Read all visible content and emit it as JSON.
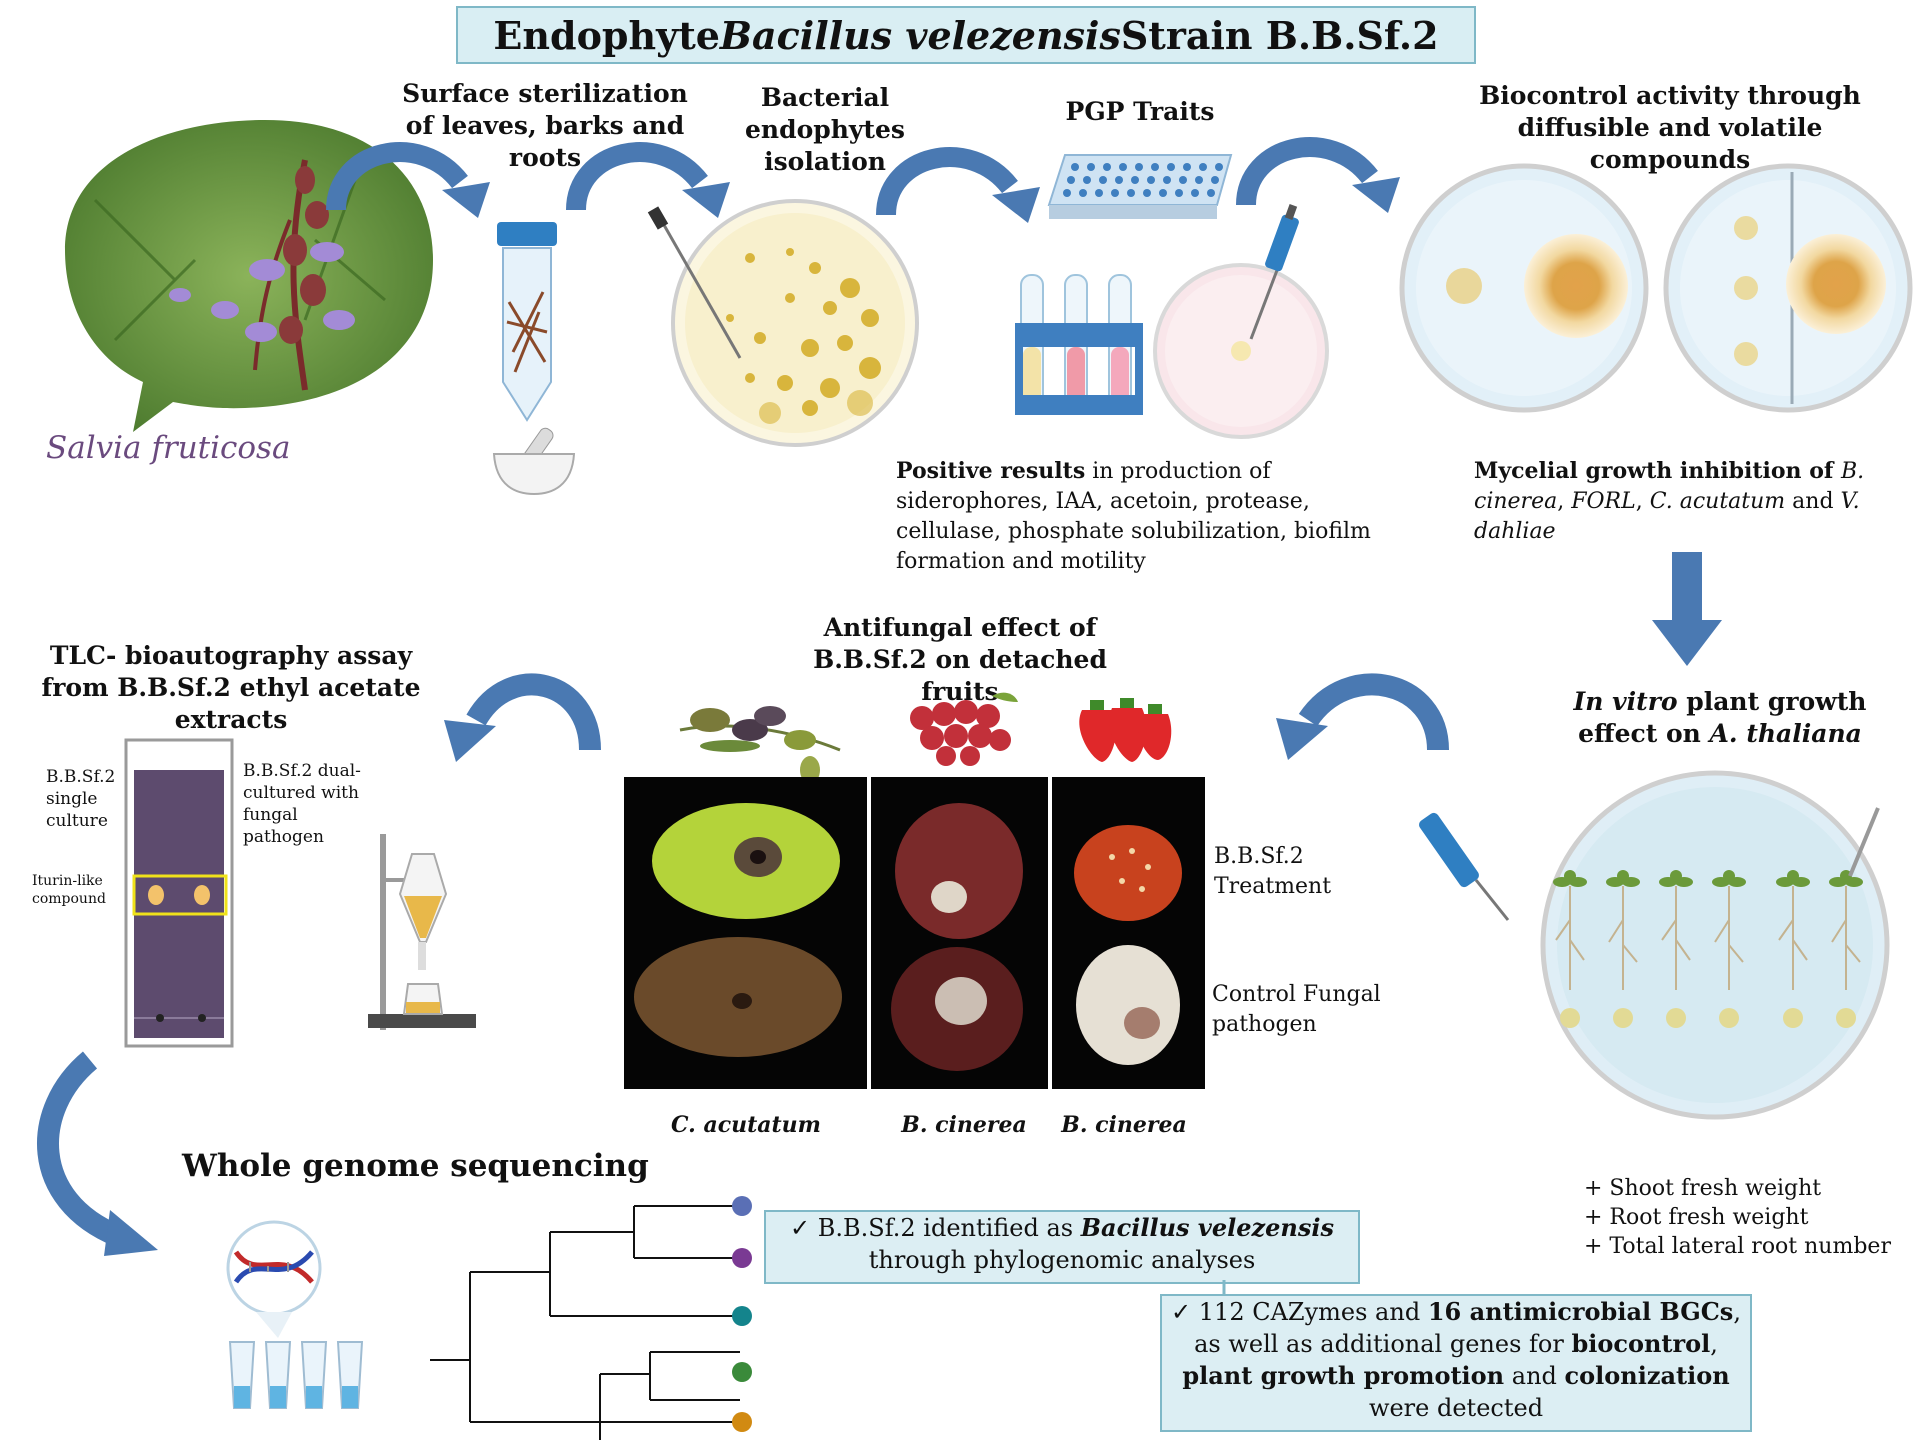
{
  "title": {
    "prefix": "Endophyte ",
    "species": "Bacillus velezensis",
    "suffix": " Strain B.B.Sf.2"
  },
  "plant": {
    "label": "Salvia fruticosa"
  },
  "steps": {
    "sterilization": "Surface sterilization of leaves, barks and roots",
    "isolation": "Bacterial endophytes isolation",
    "pgp": "PGP Traits",
    "biocontrol": "Biocontrol activity through diffusible and volatile compounds",
    "antifungal": "Antifungal effect of B.B.Sf.2 on detached fruits",
    "tlc": "TLC- bioautography assay from B.B.Sf.2 ethyl acetate extracts",
    "invitro_italic": "In vitro",
    "invitro_mid": " plant growth effect on ",
    "invitro_species": "A. thaliana",
    "wgs": "Whole genome sequencing"
  },
  "pgp_results": {
    "bold": "Positive results",
    "rest": " in production of siderophores, IAA, acetoin, protease, cellulase, phosphate solubilization, biofilm formation and motility"
  },
  "mycelial": {
    "bold": "Mycelial growth inhibition of ",
    "sp1": "B. cinerea",
    "sep1": ", ",
    "sp2": "FORL",
    "sep2": ", ",
    "sp3": "C. acutatum",
    "and": " and ",
    "sp4": "V. dahliae"
  },
  "tlc_labels": {
    "single": "B.B.Sf.2 single culture",
    "dual": "B.B.Sf.2 dual-cultured with fungal pathogen",
    "iturin": "Iturin-like compound"
  },
  "fruits": {
    "treatment": "B.B.Sf.2 Treatment",
    "control": "Control Fungal pathogen",
    "captions": [
      "C. acutatum",
      "B. cinerea",
      "B. cinerea"
    ]
  },
  "growth": [
    "+ Shoot fresh weight",
    "+ Root fresh weight",
    "+ Total lateral root number"
  ],
  "results": {
    "r1_pre": "B.B.Sf.2 identified as ",
    "r1_species": "Bacillus velezensis",
    "r1_post": " through phylogenomic analyses",
    "r2_a": "112 CAZymes and ",
    "r2_b": "16 antimicrobial BGCs",
    "r2_c": ", as well as additional genes for ",
    "r2_d": "biocontrol",
    "r2_e": ", ",
    "r2_f": "plant growth promotion",
    "r2_g": " and ",
    "r2_h": "colonization",
    "r2_i": " were detected",
    "check": "✓"
  },
  "tree_leaf_colors": [
    "#5a6fb5",
    "#7a3a93",
    "#14848c",
    "#3a8a3a",
    "#d18a12"
  ],
  "colors": {
    "arrow": "#4a79b2",
    "arrow_dark": "#2d5a8f",
    "box_fill": "#dceef3",
    "box_border": "#7fb8c7",
    "plant_label": "#6a4a7e"
  }
}
